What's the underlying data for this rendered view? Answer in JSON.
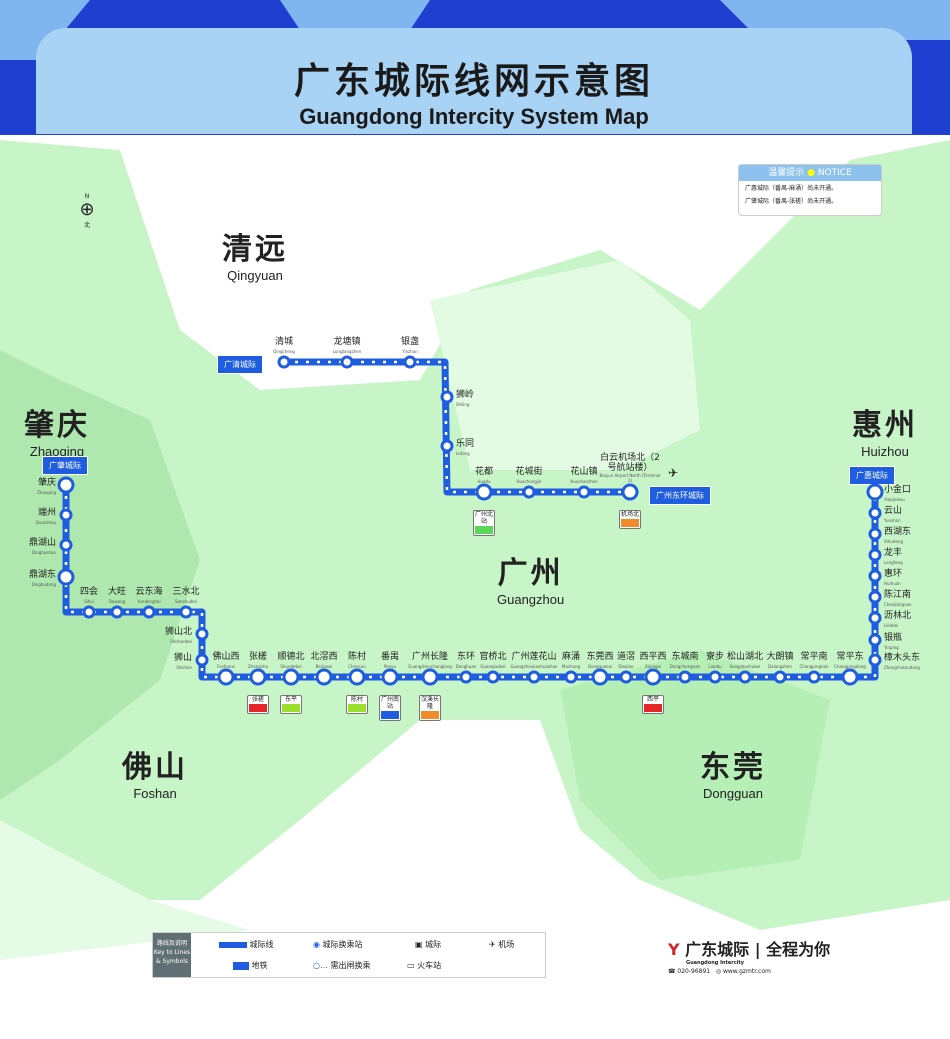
{
  "header": {
    "title_zh": "广东城际线网示意图",
    "title_en": "Guangdong Intercity System Map"
  },
  "colors": {
    "line": "#1f5de0",
    "land": "#c8f5c8",
    "header": "#a9d3f5",
    "banner": "#1e3fd0"
  },
  "compass": {
    "n": "N",
    "label": "北"
  },
  "notice": {
    "title": "温馨提示",
    "title_en": "NOTICE",
    "lines": [
      "广惠城际（番禺-麻涌）尚未开通。",
      "广肇城际（番禺-张槎）尚未开通。"
    ]
  },
  "cities": [
    {
      "zh": "清远",
      "en": "Qingyuan"
    },
    {
      "zh": "肇庆",
      "en": "Zhaoqing"
    },
    {
      "zh": "惠州",
      "en": "Huizhou"
    },
    {
      "zh": "广州",
      "en": "Guangzhou"
    },
    {
      "zh": "佛山",
      "en": "Foshan"
    },
    {
      "zh": "东莞",
      "en": "Dongguan"
    }
  ],
  "line_tags": [
    "广清城际",
    "广州东环城际",
    "广肇城际",
    "广惠城际"
  ],
  "lines": {
    "qingyuan": [
      {
        "zh": "清城",
        "en": "Qingcheng"
      },
      {
        "zh": "龙塘镇",
        "en": "Longtangzhen"
      },
      {
        "zh": "银盏",
        "en": "Yinzhan"
      },
      {
        "zh": "狮岭",
        "en": "Shiling"
      },
      {
        "zh": "乐同",
        "en": "Letong"
      },
      {
        "zh": "花都",
        "en": "Huadu"
      },
      {
        "zh": "花城街",
        "en": "Huachengjie"
      },
      {
        "zh": "花山镇",
        "en": "Huashanzhen"
      },
      {
        "zh": "白云机场北（2号航站楼）",
        "en": "Baiyun Airport North (Terminal 2)"
      }
    ],
    "main": [
      {
        "zh": "肇庆",
        "en": "Zhaoqing"
      },
      {
        "zh": "端州",
        "en": "Duanzhou"
      },
      {
        "zh": "鼎湖山",
        "en": "Dinghushan"
      },
      {
        "zh": "鼎湖东",
        "en": "Dinghudong"
      },
      {
        "zh": "四会",
        "en": "Sihui"
      },
      {
        "zh": "大旺",
        "en": "Dawang"
      },
      {
        "zh": "云东海",
        "en": "Yundonghai"
      },
      {
        "zh": "三水北",
        "en": "Sanshuibei"
      },
      {
        "zh": "狮山北",
        "en": "Shishanbei"
      },
      {
        "zh": "狮山",
        "en": "Shishan"
      },
      {
        "zh": "佛山西",
        "en": "Foshanxi"
      },
      {
        "zh": "张槎",
        "en": "Zhangcha"
      },
      {
        "zh": "顺德北",
        "en": "Shundebei"
      },
      {
        "zh": "北滘西",
        "en": "Beijiaoxi"
      },
      {
        "zh": "陈村",
        "en": "Chencun"
      },
      {
        "zh": "番禺",
        "en": "Panyu"
      },
      {
        "zh": "广州长隆",
        "en": "Guangzhouchanglong"
      },
      {
        "zh": "东环",
        "en": "Donghuan"
      },
      {
        "zh": "官桥北",
        "en": "Guanqiaobei"
      },
      {
        "zh": "广州莲花山",
        "en": "Guangzhoulianhuashan"
      },
      {
        "zh": "麻涌",
        "en": "Machong"
      },
      {
        "zh": "东莞西",
        "en": "Dongguanxi"
      },
      {
        "zh": "道滘",
        "en": "Daojiao"
      },
      {
        "zh": "西平西",
        "en": "Xipingxi"
      },
      {
        "zh": "东城南",
        "en": "Dongchengnan"
      },
      {
        "zh": "寮步",
        "en": "Liaobu"
      },
      {
        "zh": "松山湖北",
        "en": "Songshanhubei"
      },
      {
        "zh": "大朗镇",
        "en": "Dalangzhen"
      },
      {
        "zh": "常平南",
        "en": "Changpingnan"
      },
      {
        "zh": "常平东",
        "en": "Changpingdong"
      },
      {
        "zh": "樟木头东",
        "en": "Zhangmutoudong"
      },
      {
        "zh": "银瓶",
        "en": "Yinping"
      },
      {
        "zh": "沥林北",
        "en": "Lilinbei"
      },
      {
        "zh": "陈江南",
        "en": "Chenjiangnan"
      },
      {
        "zh": "惠环",
        "en": "Huihuan"
      },
      {
        "zh": "龙丰",
        "en": "Longfeng"
      },
      {
        "zh": "西湖东",
        "en": "Xihudong"
      },
      {
        "zh": "云山",
        "en": "Yunshan"
      },
      {
        "zh": "小金口",
        "en": "Xiaojinkou"
      }
    ]
  },
  "transfers": [
    "广州北站",
    "机场北",
    "张槎",
    "东平",
    "陈村",
    "西平",
    "广州南站",
    "汉溪长隆"
  ],
  "legend": {
    "key": "路线及说明 Key to Lines & Symbols",
    "items": [
      "城际线",
      "城际换乘站",
      "城际",
      "机场",
      "地铁",
      "需出闸换乘",
      "火车站"
    ]
  },
  "logo": {
    "name": "广东城际",
    "name_en": "Guangdong Intercity",
    "slogan": "全程为你",
    "phone": "020-96891",
    "web": "www.gzmtr.com"
  }
}
